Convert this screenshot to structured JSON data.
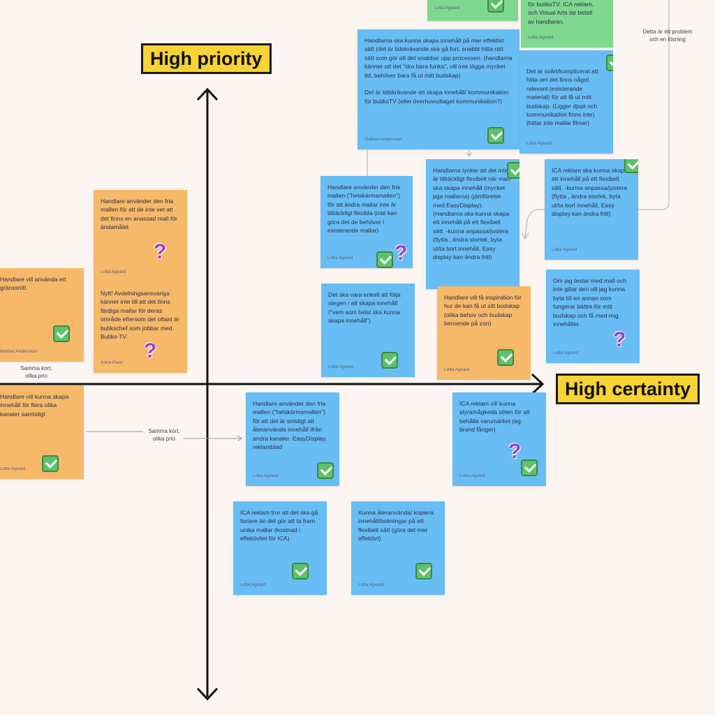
{
  "axes": {
    "y_label": "High priority",
    "x_label": "High certainty"
  },
  "labels": {
    "same_card_left": "Samma kort,\nolika prio",
    "same_card_bottom": "Samma kort,\nolika prio",
    "problem_solution": "Detta är ett problem\noch en lösning"
  },
  "notes": [
    {
      "id": "n1",
      "color": "green",
      "text": "",
      "author": "Lotta Agvard",
      "check": true,
      "question": false
    },
    {
      "id": "n2",
      "color": "green",
      "text": "för butiksTV. ICA reklam,\noch Visual Arts tar betalt\nav handlaren.",
      "author": "Lotta Agvard",
      "check": false,
      "question": false
    },
    {
      "id": "n3",
      "color": "blue",
      "text": "Handlarna ska kunna skapa innehåll på mer effektivt sätt (det är tidskrävande,ska gå fort, snabbt hitta rätt sätt som gör att det snabbar upp processen. (handlarna känner att det \"ska bara funka\", vill inte lägga mycket tid, behöver bara få ut mitt budskap)\n\nDet är tidskrävande att skapa innehåll/ kommunikation för butiksTV (eller överhuvudtaget kommunikation?)",
      "author": "Mattias Andersson",
      "check": true,
      "question": false
    },
    {
      "id": "n4",
      "color": "blue",
      "text": "Det är svårt/komplicerat att hitta om det finns något relevant (existerande material) för att få ut mitt budskap. (Ligger djupt och kommunikation finns inte) (hittar inte mallar filmer)",
      "author": "Lotta Agvard",
      "check": true,
      "question": false
    },
    {
      "id": "n5",
      "color": "blue",
      "text": "Handlare använder den fria mallen (\"helskärmsmallen\") för att ändra mallar inte är tillräckligt flexibla (inte kan göra det de behöver i existerande mallar)",
      "author": "Lotta Agvard",
      "check": true,
      "question": true
    },
    {
      "id": "n6",
      "color": "blue",
      "text": "Handlarna tycker att det inte är tillräckligt flexibelt när man ska skapa innehåll (mycket pga mallarna) (jämförelse med EasyDisplay). (Handlarna ska kunna skapa ett innehåll på ett flexibelt sätt. -kunna anpassa/justera (flytta , ändra storlek, byta ut/ta bort innehåll, Easy display kan ändra fritt)",
      "author": "",
      "check": true,
      "question": false
    },
    {
      "id": "n7",
      "color": "blue",
      "text": "ICA reklam ska kunna skapa ett innehåll på ett flexibelt sätt. -kunna anpassa/justera (flytta , ändra storlek, byta ut/ta bort innehåll, Easy display kan ändra fritt)",
      "author": "Lotta Agvard",
      "check": true,
      "question": false
    },
    {
      "id": "n8",
      "color": "orange",
      "text": "Handlare använder den fria mallen för att de inte vet att det finns en anassad mall för ändamålet",
      "author": "Lotta Agvard",
      "check": false,
      "question": true
    },
    {
      "id": "n9",
      "color": "orange",
      "text": "Nytt! Avdelningsansvariga känner inte till att det finns färdiga mallar för deras område eftersom det oftast är butikschef som jobbar med Butiks-TV",
      "author": "Anna Pave",
      "check": false,
      "question": true
    },
    {
      "id": "n10",
      "color": "orange",
      "text": "Handlare vill använda ett gränssnitt.",
      "author": "Mattias Andersson",
      "check": true,
      "question": false
    },
    {
      "id": "n11",
      "color": "blue",
      "text": "Det ska vara enkelt att följa stegen i att skapa innehåll (\"vem som helst ska kunna skapa innehåll\")",
      "author": "Lotta Agvard",
      "check": true,
      "question": false
    },
    {
      "id": "n12",
      "color": "orange",
      "text": "Handlare vill få inspiration för hur de kan få ut sitt budskap (olika behov och budskap beroende på zon)",
      "author": "Lotta Agvard",
      "check": true,
      "question": false
    },
    {
      "id": "n13",
      "color": "blue",
      "text": "Om jag testar med mall och inte gillar den vill jag kunna byta till en annan som fungerar bättre för mitt budskap och få med mig innehållet",
      "author": "Lotta Agvard",
      "check": false,
      "question": true
    },
    {
      "id": "n14",
      "color": "orange",
      "text": "Handlare vill kunna skapa innehåll för flera olika kanaler samtidigt",
      "author": "Lotta Agvard",
      "check": true,
      "question": false
    },
    {
      "id": "n15",
      "color": "blue",
      "text": "Handlare använder den fria mallen (\"helskärmsmallen\") för att det är smidigt att återanvända innehåll ifrån andra kanaler. EasyDisplay, reklamblad",
      "author": "Lotta Agvard",
      "check": true,
      "question": false
    },
    {
      "id": "n16",
      "color": "blue",
      "text": "ICA reklam vill kunna styra/någkeda stilen för att behålla varumärket (eg. brand fånger)",
      "author": "Lotta Agvard",
      "check": true,
      "question": true
    },
    {
      "id": "n17",
      "color": "blue",
      "text": "ICA reklam tror att det ska gå fortare än det gör att ta fram unika mallar (kostnad i effektivitet för ICA)",
      "author": "Lotta Agvard",
      "check": true,
      "question": false
    },
    {
      "id": "n18",
      "color": "blue",
      "text": "Kunna återanvända/ kopiera innehåll/bokningar på ett flexibelt sätt (göra det mer effektivt)",
      "author": "Lotta Agvard",
      "check": true,
      "question": false
    }
  ],
  "colors": {
    "blue": "#68bdf5",
    "orange": "#f6b969",
    "green": "#7fd88f",
    "label_bg": "#f7d334",
    "check": "#5ec26b",
    "question": "#9b3fc7"
  }
}
